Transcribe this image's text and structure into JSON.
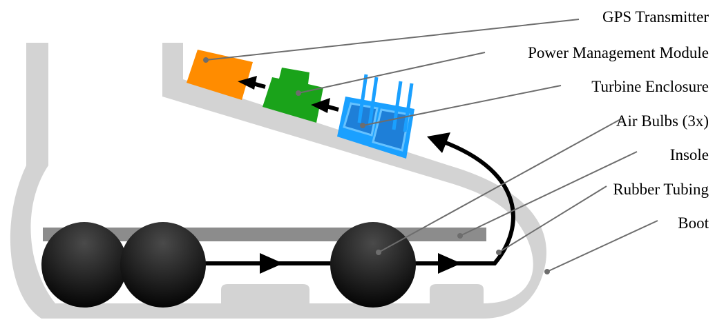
{
  "labels": {
    "gps": "GPS Transmitter",
    "power": "Power Management Module",
    "turbine": "Turbine Enclosure",
    "bulbs": "Air Bulbs (3x)",
    "insole": "Insole",
    "tubing": "Rubber Tubing",
    "boot": "Boot"
  },
  "colors": {
    "boot": "#d3d3d3",
    "insole": "#8c8c8c",
    "gps": "#ff8c00",
    "power": "#1aa31a",
    "turbine_fill": "#1e7fd8",
    "turbine_outline": "#1aa0ff",
    "bulb_top": "#3a3a3a",
    "bulb_bottom": "#000000",
    "leader": "#6d6d6d",
    "tube": "#000000"
  }
}
